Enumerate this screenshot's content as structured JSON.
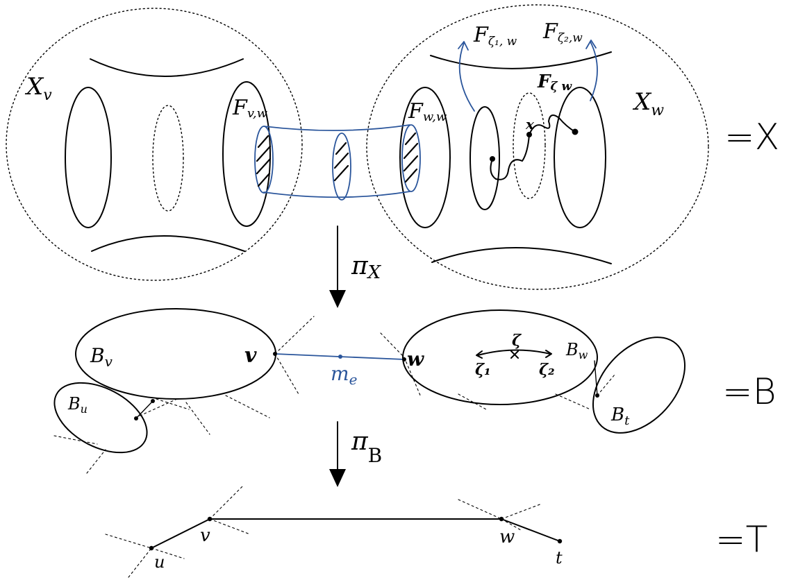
{
  "labels": {
    "x_v": "X",
    "x_v_sub": "v",
    "x_w": "X",
    "x_w_sub": "w",
    "f_v_w": "F",
    "f_v_w_sub": "v,w",
    "f_w_w": "F",
    "f_w_w_sub": "w,w",
    "f_z1_w": "F",
    "f_z1_w_sub": "ζ₁, w",
    "f_z2_w": "F",
    "f_z2_w_sub": "ζ₂,w",
    "f_z_w": "F",
    "f_z_w_sub": "ζ w",
    "x_point": "x",
    "pi_x": "π",
    "pi_x_sub": "X",
    "pi_b": "π",
    "pi_b_sub": "B",
    "eq_x": "=X",
    "eq_b": "=B",
    "eq_t": "=T",
    "b_v": "B",
    "b_v_sub": "v",
    "b_w": "B",
    "b_w_sub": "w",
    "b_u": "B",
    "b_u_sub": "u",
    "b_t": "B",
    "b_t_sub": "t",
    "v_node_b": "v",
    "w_node_b": "w",
    "m_e": "m",
    "m_e_sub": "e",
    "zeta": "ζ",
    "zeta1": "ζ₁",
    "zeta2": "ζ₂",
    "t_u": "u",
    "t_v": "v",
    "t_w": "w",
    "t_t": "t"
  },
  "colors": {
    "ink": "#000000",
    "accent_blue": "#2a559b",
    "background": "#ffffff"
  }
}
